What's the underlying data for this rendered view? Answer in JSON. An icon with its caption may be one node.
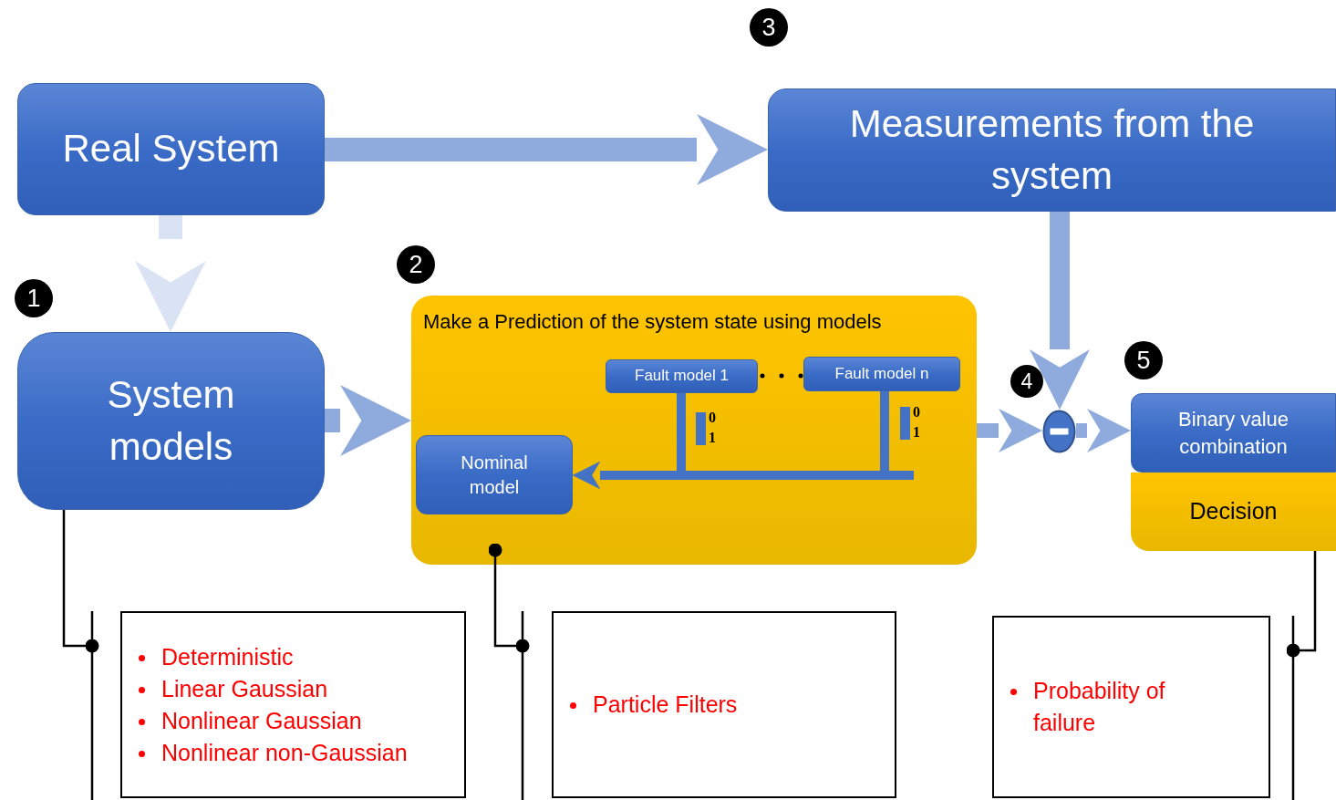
{
  "diagram": {
    "nodes": [
      {
        "text": [
          "Real System"
        ]
      },
      {
        "text": [
          "Measurements from the system"
        ]
      },
      {
        "text": [
          "System models"
        ]
      },
      {
        "text": [
          "Make a Prediction of the system state using models"
        ]
      },
      {
        "text": [
          "Fault model 1"
        ],
        "in": 3
      },
      {
        "text": [
          "Fault model n"
        ],
        "in": 3
      },
      {
        "text": [
          "Nominal model"
        ],
        "in": 3
      },
      {
        "text": [],
        "shape": "circle"
      },
      {
        "text": [
          "Binary value combination"
        ]
      },
      {
        "text": [
          "Decision"
        ]
      },
      {
        "text": [
          "Deterministic",
          "Linear Gaussian",
          "Nonlinear Gaussian",
          "Nonlinear non-Gaussian"
        ]
      },
      {
        "text": [
          "Particle Filters"
        ]
      },
      {
        "text": [
          "Probability of failure"
        ]
      }
    ],
    "edges": [
      {
        "from": 0,
        "to": 1,
        "arrow": "to"
      },
      {
        "from": 0,
        "to": 2,
        "arrow": "to",
        "style": "dashed",
        "color": "#dae3f3"
      },
      {
        "from": 2,
        "to": 3,
        "arrow": "to"
      },
      {
        "from": 4,
        "to": 6,
        "arrow": "to",
        "color": "#4472c4"
      },
      {
        "from": 5,
        "to": 6,
        "arrow": "to",
        "color": "#4472c4"
      },
      {
        "from": 1,
        "to": 7,
        "arrow": "to"
      },
      {
        "from": 3,
        "to": 7,
        "arrow": "to"
      },
      {
        "from": 7,
        "to": 8,
        "arrow": "to"
      },
      {
        "from": 2,
        "to": 10,
        "arrow": "other",
        "color": "#000000"
      },
      {
        "from": 3,
        "to": 11,
        "arrow": "other",
        "color": "#000000"
      },
      {
        "from": 9,
        "to": 12,
        "arrow": "other",
        "color": "#000000"
      }
    ],
    "labels": [
      "3",
      "2",
      "1",
      "5",
      "4",
      "0",
      "1",
      "0",
      "1"
    ]
  }
}
